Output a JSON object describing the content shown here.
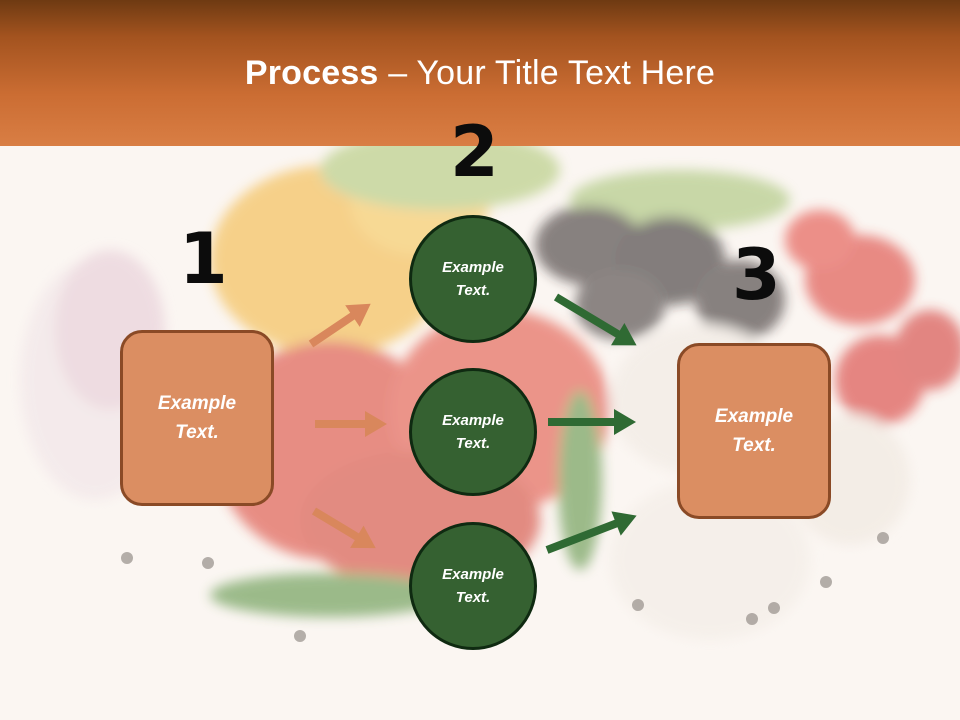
{
  "slide": {
    "title_bold": "Process",
    "title_dash": " – ",
    "title_rest": "Your Title Text Here"
  },
  "steps": {
    "one": "1",
    "two": "2",
    "three": "3"
  },
  "left_box": {
    "text": "Example Text."
  },
  "circles": [
    {
      "text": "Example Text."
    },
    {
      "text": "Example Text."
    },
    {
      "text": "Example Text."
    }
  ],
  "right_box": {
    "text": "Example Text."
  },
  "colors": {
    "header": "#cb6d33",
    "box_fill": "#db8e62",
    "box_border": "#8a4a26",
    "circle_fill": "#356131",
    "orange_arrow": "#d9875c",
    "green_arrow": "#2f6a33"
  }
}
